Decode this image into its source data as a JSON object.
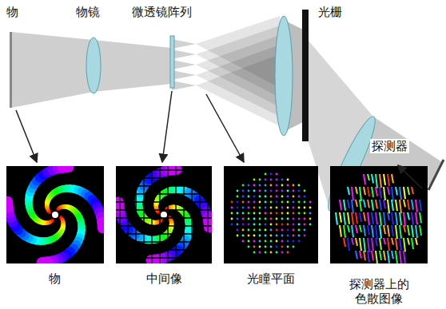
{
  "diagram": {
    "labels": [
      "物",
      "物镜",
      "微透镜阵列",
      "光栅",
      "探测器",
      "物",
      "中间像",
      "光瞳平面",
      "探测器上的色散图像"
    ]
  }
}
